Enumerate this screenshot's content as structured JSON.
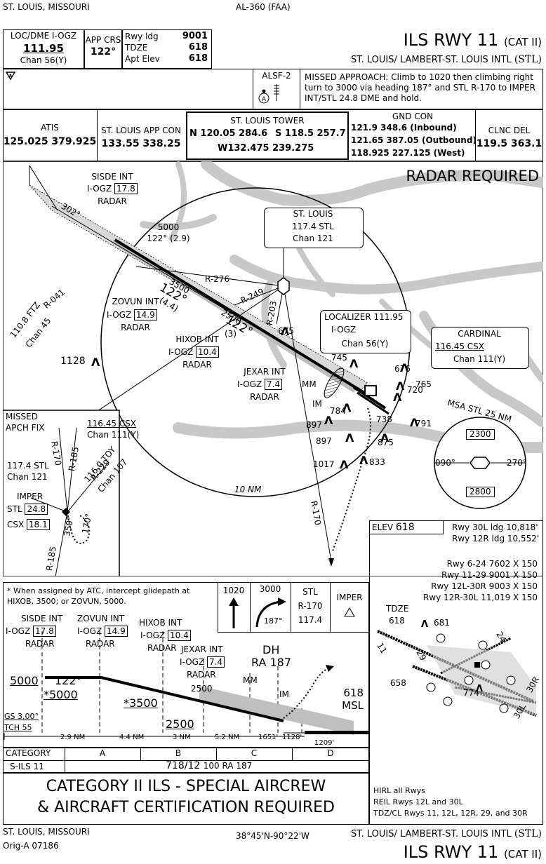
{
  "header": {
    "top_left": "ST. LOUIS, MISSOURI",
    "top_center": "AL-360 (FAA)",
    "title": "ILS RWY 11",
    "title_suffix": "(CAT II)",
    "airport": "ST. LOUIS/ LAMBERT-ST. LOUIS INTL",
    "airport_code": "(STL)",
    "loc_label": "LOC/DME I-OGZ",
    "loc_freq": "111.95",
    "loc_chan": "Chan 56(Y)",
    "app_crs_label": "APP CRS",
    "app_crs": "122°",
    "rwy_ldg_label": "Rwy ldg",
    "rwy_ldg": "9001",
    "tdze_label": "TDZE",
    "tdze": "618",
    "apt_elev_label": "Apt Elev",
    "apt_elev": "618",
    "alsf": "ALSF-2",
    "missed_approach": "MISSED APPROACH: Climb to 1020 then climbing right turn to 3000 via heading 187° and STL R-170 to IMPER INT/STL 24.8 DME and hold."
  },
  "comms": {
    "atis_label": "ATIS",
    "atis": "125.025 379.925",
    "app_label": "ST. LOUIS APP CON",
    "app": "133.55 338.25",
    "tower_label": "ST. LOUIS TOWER",
    "tower_n": "N 120.05 284.6",
    "tower_s": "S 118.5 257.7",
    "tower_w": "W132.475 239.275",
    "gnd_label": "GND CON",
    "gnd1": "121.9 348.6 (Inbound)",
    "gnd2": "121.65 387.05 (Outbound)",
    "gnd3": "118.925 227.125 (West)",
    "clnc_label": "CLNC DEL",
    "clnc": "119.5 363.1"
  },
  "plan": {
    "radar_required": "RADAR REQUIRED",
    "sisde": "SISDE INT",
    "sisde_ogz": "I-OGZ",
    "sisde_dme": "17.8",
    "radar": "RADAR",
    "zovun": "ZOVUN INT",
    "zovun_dme": "14.9",
    "hixob": "HIXOB INT",
    "hixob_dme": "10.4",
    "jexar": "JEXAR INT",
    "jexar_dme": "7.4",
    "alt_5000": "5000",
    "crs_29": "122° (2.9)",
    "r276": "R-276",
    "r249": "R-249",
    "r203": "R-203",
    "r041": "R-041",
    "r170": "R-170",
    "alt_3500": "3500",
    "crs_122a": "122°",
    "d44": "(4.4)",
    "alt_2500": "2500",
    "crs_122b": "122°",
    "d3": "(3)",
    "ftz": "110.8 FTZ",
    "ftz_chan": "Chan 45",
    "deg302": "302°",
    "stl_vor": "ST. LOUIS",
    "stl_freq": "117.4 STL",
    "stl_chan": "Chan 121",
    "loc_box_label": "LOCALIZER 111.95",
    "loc_box_id": "I-OGZ",
    "loc_box_chan": "Chan 56(Y)",
    "cardinal": "CARDINAL",
    "cardinal_freq": "116.45 CSX",
    "cardinal_chan": "Chan 111(Y)",
    "elev_1128": "1128",
    "elev_675": "675",
    "elev_745": "745",
    "elev_676": "676",
    "elev_720": "720",
    "elev_765": "765",
    "elev_784": "784",
    "elev_738": "738",
    "elev_791": "791",
    "elev_897a": "897",
    "elev_897b": "897",
    "elev_875": "875",
    "elev_1017": "1017",
    "elev_833": "833",
    "mm": "MM",
    "im": "IM",
    "ring": "10 NM",
    "msa_title": "MSA STL 25 NM",
    "msa_2300": "2300",
    "msa_2800": "2800",
    "msa_090": "090°",
    "msa_270": "270°",
    "mapf_title1": "MISSED",
    "mapf_title2": "APCH FIX",
    "mapf_csx": "116.45 CSX",
    "mapf_csx_chan": "Chan 111(Y)",
    "mapf_stl": "117.4 STL",
    "mapf_stl_chan": "Chan 121",
    "mapf_toy": "116.0 TOY",
    "mapf_r229": "R-229",
    "mapf_chan107": "Chan 107",
    "mapf_r170": "R-170",
    "mapf_r185a": "R-185",
    "mapf_r185b": "R-185",
    "imper": "IMPER",
    "imper_stl": "STL",
    "imper_stl_dme": "24.8",
    "imper_csx": "CSX",
    "imper_csx_dme": "18.1",
    "deg350": "350°",
    "deg170": "170°"
  },
  "airport_diagram": {
    "elev_label": "ELEV",
    "elev": "618",
    "ldg1": "Rwy 30L ldg 10,818'",
    "ldg2": "Rwy 12R ldg 10,552'",
    "rwy1": "Rwy 6-24 7602 X 150",
    "rwy2": "Rwy 11-29 9001 X 150",
    "rwy3": "Rwy 12L-30R 9003 X 150",
    "rwy4": "Rwy 12R-30L 11,019 X 150",
    "tdze_label": "TDZE",
    "tdze": "618",
    "obs_681": "681",
    "obs_658": "658",
    "obs_774": "774",
    "rwy_11": "11",
    "rwy_29": "29",
    "rwy_24": "24",
    "rwy_30l": "30L",
    "rwy_30r": "30R",
    "lights1": "HIRL all Rwys",
    "lights2": "REIL Rwys 12L and 30L",
    "lights3": "TDZ/CL Rwys 11, 12L, 12R, 29, and 30R"
  },
  "profile": {
    "note": "* When assigned by ATC, intercept glidepath at HIXOB, 3500; or ZOVUN, 5000.",
    "icon1_alt": "1020",
    "icon2_alt": "3000",
    "icon2_hdg": "187°",
    "icon3_a": "STL",
    "icon3_b": "R-170",
    "icon3_c": "117.4",
    "icon4": "IMPER",
    "sisde": "SISDE INT",
    "zovun": "ZOVUN INT",
    "hixob": "HIXOB INT",
    "jexar": "JEXAR INT",
    "ogz": "I-OGZ",
    "d178": "17.8",
    "d149": "14.9",
    "d104": "10.4",
    "d74": "7.4",
    "radar": "RADAR",
    "alt5000": "5000",
    "crs": "122°",
    "star5000": "*5000",
    "star3500": "*3500",
    "alt2500": "2500",
    "alt2500b": "2500",
    "dh": "DH",
    "ra": "RA 187",
    "mm": "MM",
    "im": "IM",
    "msl_alt": "618",
    "msl": "MSL",
    "gs": "GS 3.00°",
    "tch": "TCH 55",
    "seg1": "2.9 NM",
    "seg2": "4.4 NM",
    "seg3": "3 NM",
    "seg4": "5.2 NM",
    "seg5": "1651'",
    "seg6": "1128'",
    "seg7": "1209'"
  },
  "minimums": {
    "category_label": "CATEGORY",
    "cats": [
      "A",
      "B",
      "C",
      "D"
    ],
    "row_label": "S-ILS 11",
    "row_value": "718/12",
    "row_value2": "100 RA 187"
  },
  "notice": {
    "line1": "CATEGORY II ILS - SPECIAL AIRCREW",
    "line2": "& AIRCRAFT CERTIFICATION REQUIRED"
  },
  "footer": {
    "left1": "ST. LOUIS, MISSOURI",
    "left2": "Orig-A 07186",
    "coords": "38°45'N-90°22'W",
    "airport": "ST. LOUIS/ LAMBERT-ST. LOUIS INTL",
    "code": "(STL)",
    "title": "ILS RWY 11",
    "title_suffix": "(CAT II)"
  }
}
